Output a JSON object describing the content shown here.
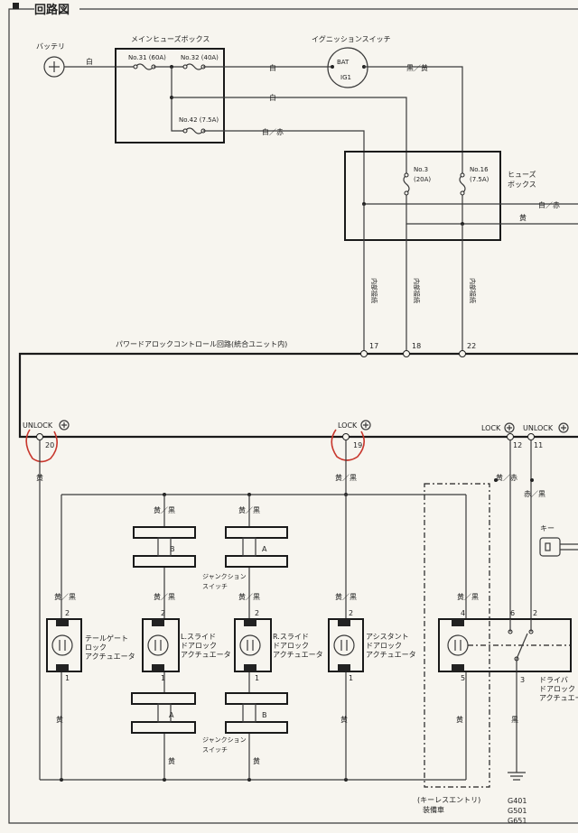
{
  "title": "回路図",
  "battery": {
    "label": "バッテリ"
  },
  "main_fuse_box": {
    "title": "メインヒューズボックス",
    "fuse_31": "No.31 (60A)",
    "fuse_32": "No.32 (40A)",
    "fuse_42": "No.42 (7.5A)"
  },
  "ignition": {
    "title": "イグニッションスイッチ",
    "bat": "BAT",
    "ig1": "IG1"
  },
  "fuse_box": {
    "title_1": "ヒューズ",
    "title_2": "ボックス",
    "fuse_3_a": "No.3",
    "fuse_3_b": "(20A)",
    "fuse_16_a": "No.16",
    "fuse_16_b": "(7.5A)"
  },
  "internal_connection": "内部接続",
  "control_unit": {
    "label": "パワードアロックコントロール回路(統合ユニット内)",
    "pin_17": "17",
    "pin_18": "18",
    "pin_22": "22"
  },
  "terminals": {
    "unlock_left": "UNLOCK",
    "pin_20": "20",
    "lock_mid": "LOCK",
    "pin_19": "19",
    "lock_right": "LOCK",
    "pin_12": "12",
    "unlock_right": "UNLOCK",
    "pin_11": "11"
  },
  "wire_colors": {
    "black": "黒",
    "white": "白",
    "white_red": "白／赤",
    "black_yellow": "黒／黄",
    "yellow": "黄",
    "yellow_black": "黄／黒",
    "yellow_red": "黄／赤",
    "red_black": "赤／黒"
  },
  "junction_switch": {
    "label_1": "ジャンクション",
    "label_2": "スイッチ",
    "a": "A",
    "b": "B"
  },
  "actuators": {
    "tailgate": [
      "テールゲート",
      "ロック",
      "アクチュエータ"
    ],
    "l_slide": [
      "L.スライド",
      "ドアロック",
      "アクチュエータ"
    ],
    "r_slide": [
      "R.スライド",
      "ドアロック",
      "アクチュエータ"
    ],
    "assistant": [
      "アシスタント",
      "ドアロック",
      "アクチュエータ"
    ],
    "driver": [
      "ドライバ",
      "ドアロック",
      "アクチュエータ"
    ]
  },
  "pins": {
    "p1": "1",
    "p2": "2",
    "p3": "3",
    "p4": "4",
    "p5": "5",
    "p6": "6"
  },
  "key": "キー",
  "keyless": {
    "line_1": "(キーレスエントリ)",
    "line_2": "装備車"
  },
  "grounds": {
    "g1": "G401",
    "g2": "G501",
    "g3": "G651"
  },
  "colors": {
    "wire": "#3a3a3a",
    "annotation_red": "#c8372d",
    "paper": "#f7f5ef"
  }
}
